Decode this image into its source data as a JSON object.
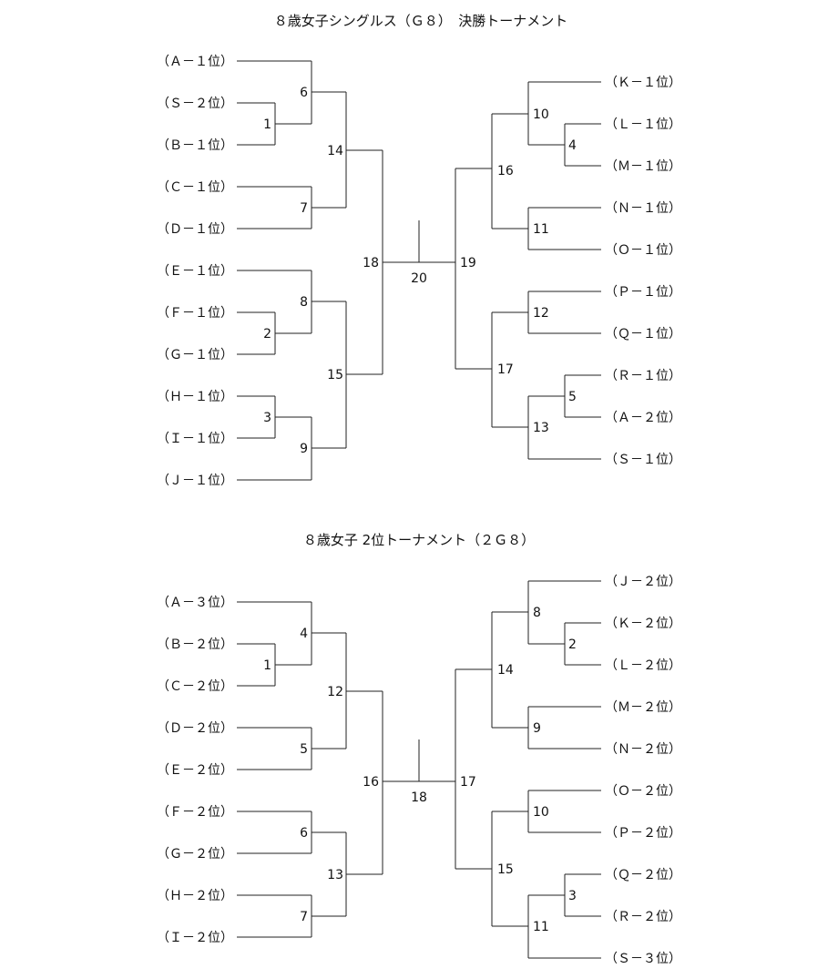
{
  "bracket1": {
    "title": "８歳女子シングルス（Ｇ８）　決勝トーナメント",
    "left": [
      "（Ａ－１位）",
      "（Ｓ－２位）",
      "（Ｂ－１位）",
      "（Ｃ－１位）",
      "（Ｄ－１位）",
      "（Ｅ－１位）",
      "（Ｆ－１位）",
      "（Ｇ－１位）",
      "（Ｈ－１位）",
      "（Ｉ－１位）",
      "（Ｊ－１位）"
    ],
    "right": [
      "（Ｋ－１位）",
      "（Ｌ－１位）",
      "（Ｍ－１位）",
      "（Ｎ－１位）",
      "（Ｏ－１位）",
      "（Ｐ－１位）",
      "（Ｑ－１位）",
      "（Ｒ－１位）",
      "（Ａ－２位）",
      "（Ｓ－１位）"
    ],
    "matches": {
      "m1": "1",
      "m2": "2",
      "m3": "3",
      "m4": "4",
      "m5": "5",
      "m6": "6",
      "m7": "7",
      "m8": "8",
      "m9": "9",
      "m10": "10",
      "m11": "11",
      "m12": "12",
      "m13": "13",
      "m14": "14",
      "m15": "15",
      "m16": "16",
      "m17": "17",
      "m18": "18",
      "m19": "19",
      "m20": "20"
    }
  },
  "bracket2": {
    "title": "８歳女子 2位トーナメント（２Ｇ８）",
    "left": [
      "（Ａ－３位）",
      "（Ｂ－２位）",
      "（Ｃ－２位）",
      "（Ｄ－２位）",
      "（Ｅ－２位）",
      "（Ｆ－２位）",
      "（Ｇ－２位）",
      "（Ｈ－２位）",
      "（Ｉ－２位）"
    ],
    "right": [
      "（Ｊ－２位）",
      "（Ｋ－２位）",
      "（Ｌ－２位）",
      "（Ｍ－２位）",
      "（Ｎ－２位）",
      "（Ｏ－２位）",
      "（Ｐ－２位）",
      "（Ｑ－２位）",
      "（Ｒ－２位）",
      "（Ｓ－３位）"
    ],
    "matches": {
      "m1": "1",
      "m2": "2",
      "m3": "3",
      "m4": "4",
      "m5": "5",
      "m6": "6",
      "m7": "7",
      "m8": "8",
      "m9": "9",
      "m10": "10",
      "m11": "11",
      "m12": "12",
      "m13": "13",
      "m14": "14",
      "m15": "15",
      "m16": "16",
      "m17": "17",
      "m18": "18"
    }
  }
}
